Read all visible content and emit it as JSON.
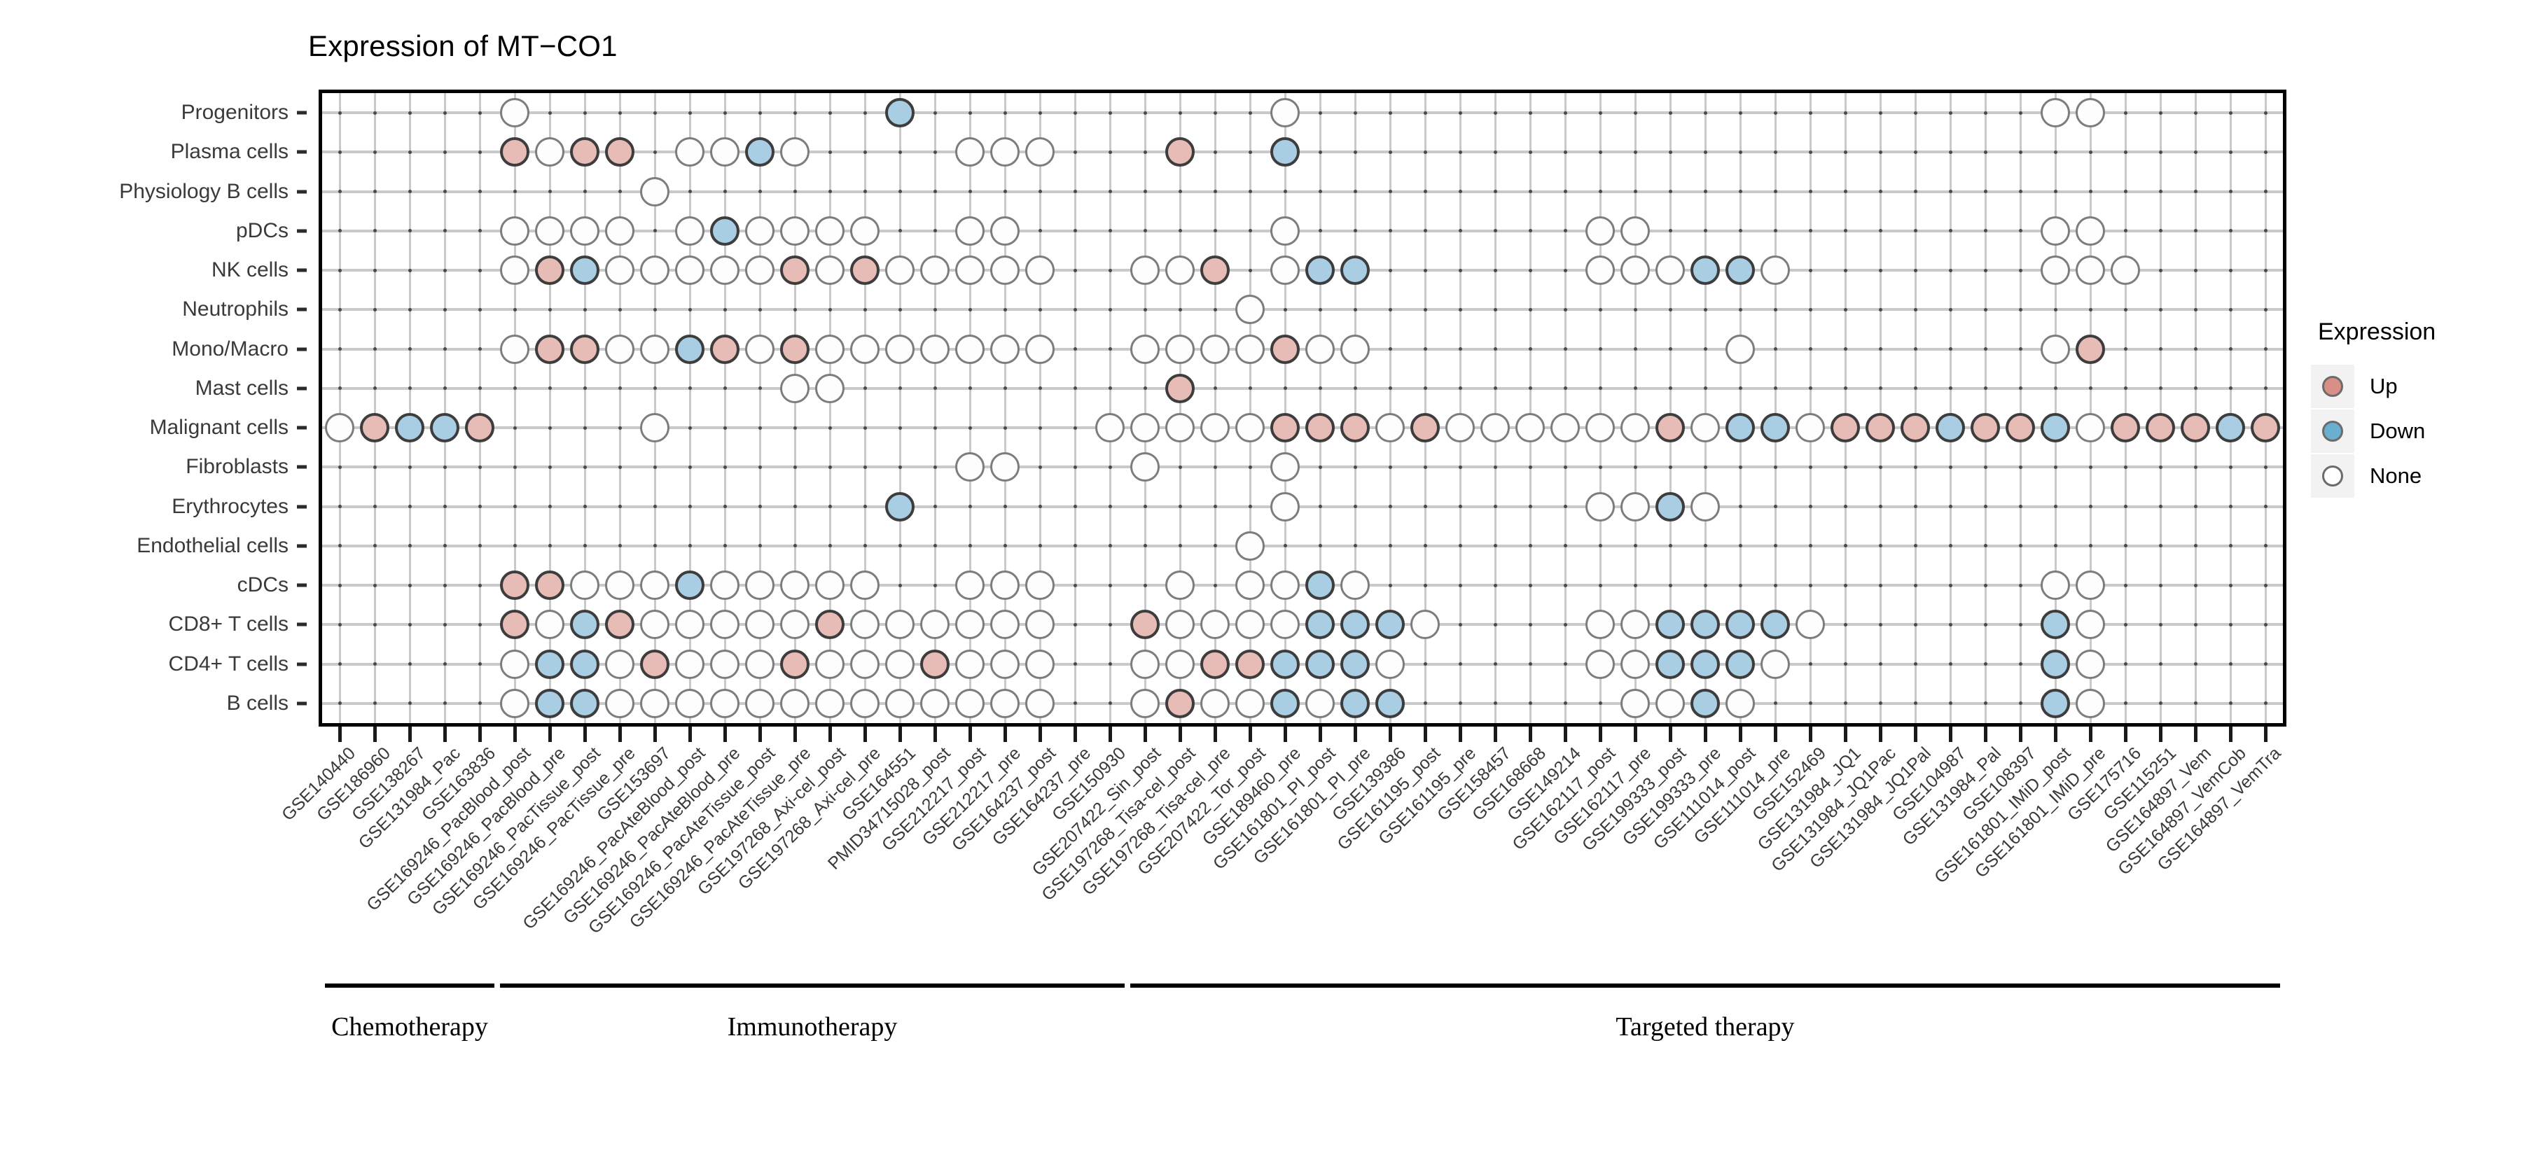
{
  "chart_data": {
    "type": "heatmap",
    "title": "Expression of MT−CO1",
    "xlabel": "",
    "ylabel": "",
    "legend": {
      "title": "Expression",
      "position": "right",
      "entries": [
        {
          "label": "Up",
          "color": "#d98f86"
        },
        {
          "label": "Down",
          "color": "#6aaed0"
        },
        {
          "label": "None",
          "color": "#ffffff"
        }
      ]
    },
    "grid": true,
    "y_categories": [
      "Progenitors",
      "Plasma cells",
      "Physiology B cells",
      "pDCs",
      "NK cells",
      "Neutrophils",
      "Mono/Macro",
      "Mast cells",
      "Malignant cells",
      "Fibroblasts",
      "Erythrocytes",
      "Endothelial cells",
      "cDCs",
      "CD8+ T cells",
      "CD4+ T cells",
      "B cells"
    ],
    "x_categories": [
      "GSE140440",
      "GSE186960",
      "GSE138267",
      "GSE131984_Pac",
      "GSE163836",
      "GSE169246_PacBlood_post",
      "GSE169246_PacBlood_pre",
      "GSE169246_PacTissue_post",
      "GSE169246_PacTissue_pre",
      "GSE153697",
      "GSE169246_PacAteBlood_post",
      "GSE169246_PacAteBlood_pre",
      "GSE169246_PacAteTissue_post",
      "GSE169246_PacAteTissue_pre",
      "GSE197268_Axi-cel_post",
      "GSE197268_Axi-cel_pre",
      "GSE164551",
      "PMID34715028_post",
      "GSE212217_post",
      "GSE212217_pre",
      "GSE164237_post",
      "GSE164237_pre",
      "GSE150930",
      "GSE207422_Sin_post",
      "GSE197268_Tisa-cel_post",
      "GSE197268_Tisa-cel_pre",
      "GSE207422_Tor_post",
      "GSE189460_pre",
      "GSE161801_PI_post",
      "GSE161801_PI_pre",
      "GSE139386",
      "GSE161195_post",
      "GSE161195_pre",
      "GSE158457",
      "GSE168668",
      "GSE149214",
      "GSE162117_post",
      "GSE162117_pre",
      "GSE199333_post",
      "GSE199333_pre",
      "GSE111014_post",
      "GSE111014_pre",
      "GSE152469",
      "GSE131984_JQ1",
      "GSE131984_JQ1Pac",
      "GSE131984_JQ1Pal",
      "GSE104987",
      "GSE131984_Pal",
      "GSE108397",
      "GSE161801_IMiD_post",
      "GSE161801_IMiD_pre",
      "GSE175716",
      "GSE115251",
      "GSE164897_Vem",
      "GSE164897_VemCob",
      "GSE164897_VemTra"
    ],
    "value_legend": {
      "0": "absent",
      "1": "None",
      "2": "Up",
      "3": "Down"
    },
    "matrix": [
      [
        0,
        0,
        0,
        0,
        0,
        1,
        0,
        0,
        0,
        0,
        0,
        0,
        0,
        0,
        0,
        0,
        3,
        0,
        0,
        0,
        0,
        0,
        0,
        0,
        0,
        0,
        0,
        1,
        0,
        0,
        0,
        0,
        0,
        0,
        0,
        0,
        0,
        0,
        0,
        0,
        0,
        0,
        0,
        0,
        0,
        0,
        0,
        0,
        0,
        1,
        1,
        0,
        0,
        0,
        0,
        0
      ],
      [
        0,
        0,
        0,
        0,
        0,
        2,
        1,
        2,
        2,
        0,
        1,
        1,
        3,
        1,
        0,
        0,
        0,
        0,
        1,
        1,
        1,
        0,
        0,
        0,
        2,
        0,
        0,
        3,
        0,
        0,
        0,
        0,
        0,
        0,
        0,
        0,
        0,
        0,
        0,
        0,
        0,
        0,
        0,
        0,
        0,
        0,
        0,
        0,
        0,
        0,
        0,
        0,
        0,
        0,
        0,
        0
      ],
      [
        0,
        0,
        0,
        0,
        0,
        0,
        0,
        0,
        0,
        1,
        0,
        0,
        0,
        0,
        0,
        0,
        0,
        0,
        0,
        0,
        0,
        0,
        0,
        0,
        0,
        0,
        0,
        0,
        0,
        0,
        0,
        0,
        0,
        0,
        0,
        0,
        0,
        0,
        0,
        0,
        0,
        0,
        0,
        0,
        0,
        0,
        0,
        0,
        0,
        0,
        0,
        0,
        0,
        0,
        0,
        0
      ],
      [
        0,
        0,
        0,
        0,
        0,
        1,
        1,
        1,
        1,
        0,
        1,
        3,
        1,
        1,
        1,
        1,
        0,
        0,
        1,
        1,
        0,
        0,
        0,
        0,
        0,
        0,
        0,
        1,
        0,
        0,
        0,
        0,
        0,
        0,
        0,
        0,
        1,
        1,
        0,
        0,
        0,
        0,
        0,
        0,
        0,
        0,
        0,
        0,
        0,
        1,
        1,
        0,
        0,
        0,
        0,
        0
      ],
      [
        0,
        0,
        0,
        0,
        0,
        1,
        2,
        3,
        1,
        1,
        1,
        1,
        1,
        2,
        1,
        2,
        1,
        1,
        1,
        1,
        1,
        0,
        0,
        1,
        1,
        2,
        0,
        1,
        3,
        3,
        0,
        0,
        0,
        0,
        0,
        0,
        1,
        1,
        1,
        3,
        3,
        1,
        0,
        0,
        0,
        0,
        0,
        0,
        0,
        1,
        1,
        1,
        0,
        0,
        0,
        0
      ],
      [
        0,
        0,
        0,
        0,
        0,
        0,
        0,
        0,
        0,
        0,
        0,
        0,
        0,
        0,
        0,
        0,
        0,
        0,
        0,
        0,
        0,
        0,
        0,
        0,
        0,
        0,
        1,
        0,
        0,
        0,
        0,
        0,
        0,
        0,
        0,
        0,
        0,
        0,
        0,
        0,
        0,
        0,
        0,
        0,
        0,
        0,
        0,
        0,
        0,
        0,
        0,
        0,
        0,
        0,
        0,
        0
      ],
      [
        0,
        0,
        0,
        0,
        0,
        1,
        2,
        2,
        1,
        1,
        3,
        2,
        1,
        2,
        1,
        1,
        1,
        1,
        1,
        1,
        1,
        0,
        0,
        1,
        1,
        1,
        1,
        2,
        1,
        1,
        0,
        0,
        0,
        0,
        0,
        0,
        0,
        0,
        0,
        0,
        1,
        0,
        0,
        0,
        0,
        0,
        0,
        0,
        0,
        1,
        2,
        0,
        0,
        0,
        0,
        0
      ],
      [
        0,
        0,
        0,
        0,
        0,
        0,
        0,
        0,
        0,
        0,
        0,
        0,
        0,
        1,
        1,
        0,
        0,
        0,
        0,
        0,
        0,
        0,
        0,
        0,
        2,
        0,
        0,
        0,
        0,
        0,
        0,
        0,
        0,
        0,
        0,
        0,
        0,
        0,
        0,
        0,
        0,
        0,
        0,
        0,
        0,
        0,
        0,
        0,
        0,
        0,
        0,
        0,
        0,
        0,
        0,
        0
      ],
      [
        1,
        2,
        3,
        3,
        2,
        0,
        0,
        0,
        0,
        1,
        0,
        0,
        0,
        0,
        0,
        0,
        0,
        0,
        0,
        0,
        0,
        0,
        1,
        1,
        1,
        1,
        1,
        2,
        2,
        2,
        1,
        2,
        1,
        1,
        1,
        1,
        1,
        1,
        2,
        1,
        3,
        3,
        1,
        2,
        2,
        2,
        3,
        2,
        2,
        3,
        1,
        2,
        2,
        2,
        3,
        2
      ],
      [
        0,
        0,
        0,
        0,
        0,
        0,
        0,
        0,
        0,
        0,
        0,
        0,
        0,
        0,
        0,
        0,
        0,
        0,
        1,
        1,
        0,
        0,
        0,
        1,
        0,
        0,
        0,
        1,
        0,
        0,
        0,
        0,
        0,
        0,
        0,
        0,
        0,
        0,
        0,
        0,
        0,
        0,
        0,
        0,
        0,
        0,
        0,
        0,
        0,
        0,
        0,
        0,
        0,
        0,
        0,
        0
      ],
      [
        0,
        0,
        0,
        0,
        0,
        0,
        0,
        0,
        0,
        0,
        0,
        0,
        0,
        0,
        0,
        0,
        3,
        0,
        0,
        0,
        0,
        0,
        0,
        0,
        0,
        0,
        0,
        1,
        0,
        0,
        0,
        0,
        0,
        0,
        0,
        0,
        1,
        1,
        3,
        1,
        0,
        0,
        0,
        0,
        0,
        0,
        0,
        0,
        0,
        0,
        0,
        0,
        0,
        0,
        0,
        0
      ],
      [
        0,
        0,
        0,
        0,
        0,
        0,
        0,
        0,
        0,
        0,
        0,
        0,
        0,
        0,
        0,
        0,
        0,
        0,
        0,
        0,
        0,
        0,
        0,
        0,
        0,
        0,
        1,
        0,
        0,
        0,
        0,
        0,
        0,
        0,
        0,
        0,
        0,
        0,
        0,
        0,
        0,
        0,
        0,
        0,
        0,
        0,
        0,
        0,
        0,
        0,
        0,
        0,
        0,
        0,
        0,
        0
      ],
      [
        0,
        0,
        0,
        0,
        0,
        2,
        2,
        1,
        1,
        1,
        3,
        1,
        1,
        1,
        1,
        1,
        0,
        0,
        1,
        1,
        1,
        0,
        0,
        0,
        1,
        0,
        1,
        1,
        3,
        1,
        0,
        0,
        0,
        0,
        0,
        0,
        0,
        0,
        0,
        0,
        0,
        0,
        0,
        0,
        0,
        0,
        0,
        0,
        0,
        1,
        1,
        0,
        0,
        0,
        0,
        0
      ],
      [
        0,
        0,
        0,
        0,
        0,
        2,
        1,
        3,
        2,
        1,
        1,
        1,
        1,
        1,
        2,
        1,
        1,
        1,
        1,
        1,
        1,
        0,
        0,
        2,
        1,
        1,
        1,
        1,
        3,
        3,
        3,
        1,
        0,
        0,
        0,
        0,
        1,
        1,
        3,
        3,
        3,
        3,
        1,
        0,
        0,
        0,
        0,
        0,
        0,
        3,
        1,
        0,
        0,
        0,
        0,
        0
      ],
      [
        0,
        0,
        0,
        0,
        0,
        1,
        3,
        3,
        1,
        2,
        1,
        1,
        1,
        2,
        1,
        1,
        1,
        2,
        1,
        1,
        1,
        0,
        0,
        1,
        1,
        2,
        2,
        3,
        3,
        3,
        1,
        0,
        0,
        0,
        0,
        0,
        1,
        1,
        3,
        3,
        3,
        1,
        0,
        0,
        0,
        0,
        0,
        0,
        0,
        3,
        1,
        0,
        0,
        0,
        0,
        0
      ],
      [
        0,
        0,
        0,
        0,
        0,
        1,
        3,
        3,
        1,
        1,
        1,
        1,
        1,
        1,
        1,
        1,
        1,
        1,
        1,
        1,
        1,
        0,
        0,
        1,
        2,
        1,
        1,
        3,
        1,
        3,
        3,
        0,
        0,
        0,
        0,
        0,
        0,
        1,
        1,
        3,
        1,
        0,
        0,
        0,
        0,
        0,
        0,
        0,
        0,
        3,
        1,
        0,
        0,
        0,
        0,
        0
      ]
    ],
    "therapy_groups": [
      {
        "label": "Chemotherapy",
        "start_index": 0,
        "end_index": 4
      },
      {
        "label": "Immunotherapy",
        "start_index": 5,
        "end_index": 22
      },
      {
        "label": "Targeted therapy",
        "start_index": 23,
        "end_index": 55
      }
    ]
  }
}
